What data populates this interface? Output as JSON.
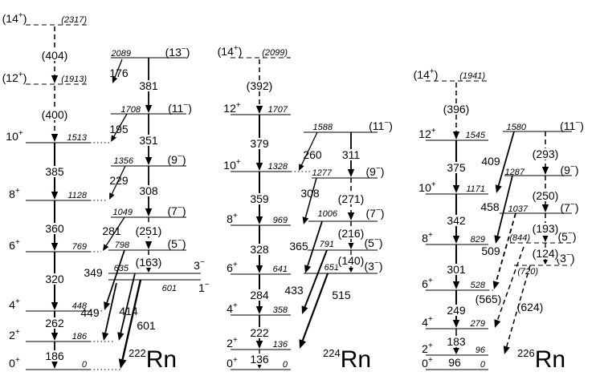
{
  "nuclei": [
    {
      "id": "rn222",
      "mass": "222",
      "element": "Rn",
      "levels": [
        {
          "key": "g0",
          "spin": "0+",
          "energy": "0"
        },
        {
          "key": "g2",
          "spin": "2+",
          "energy": "186"
        },
        {
          "key": "g4",
          "spin": "4+",
          "energy": "448"
        },
        {
          "key": "g6",
          "spin": "6+",
          "energy": "769"
        },
        {
          "key": "g8",
          "spin": "8+",
          "energy": "1128"
        },
        {
          "key": "g10",
          "spin": "10+",
          "energy": "1513"
        },
        {
          "key": "g12",
          "spin": "(12+)",
          "energy": "(1913)"
        },
        {
          "key": "g14",
          "spin": "(14+)",
          "energy": "(2317)"
        },
        {
          "key": "o1",
          "spin": "1−",
          "energy": "601"
        },
        {
          "key": "o3",
          "spin": "3−",
          "energy": "635"
        },
        {
          "key": "o5",
          "spin": "(5−)",
          "energy": "798"
        },
        {
          "key": "o7",
          "spin": "(7−)",
          "energy": "1049"
        },
        {
          "key": "o9",
          "spin": "(9−)",
          "energy": "1356"
        },
        {
          "key": "o11",
          "spin": "(11−)",
          "energy": "1708"
        },
        {
          "key": "o13",
          "spin": "(13−)",
          "energy": "2089"
        }
      ],
      "transitions": [
        "186",
        "262",
        "320",
        "360",
        "385",
        "(400)",
        "(404)",
        "(163)",
        "(251)",
        "308",
        "351",
        "381",
        "195",
        "229",
        "281",
        "349",
        "414",
        "449",
        "601",
        "176"
      ]
    },
    {
      "id": "rn224",
      "mass": "224",
      "element": "Rn",
      "levels": [
        {
          "key": "g0",
          "spin": "0+",
          "energy": "0"
        },
        {
          "key": "g2",
          "spin": "2+",
          "energy": "136"
        },
        {
          "key": "g4",
          "spin": "4+",
          "energy": "358"
        },
        {
          "key": "g6",
          "spin": "6+",
          "energy": "641"
        },
        {
          "key": "g8",
          "spin": "8+",
          "energy": "969"
        },
        {
          "key": "g10",
          "spin": "10+",
          "energy": "1328"
        },
        {
          "key": "g12",
          "spin": "12+",
          "energy": "1707"
        },
        {
          "key": "g14",
          "spin": "(14+)",
          "energy": "(2099)"
        },
        {
          "key": "o3",
          "spin": "(3−)",
          "energy": "651"
        },
        {
          "key": "o5",
          "spin": "(5−)",
          "energy": "791"
        },
        {
          "key": "o7",
          "spin": "(7−)",
          "energy": "1006"
        },
        {
          "key": "o9",
          "spin": "(9−)",
          "energy": "1277"
        },
        {
          "key": "o11",
          "spin": "(11−)",
          "energy": "1588"
        }
      ],
      "transitions": [
        "136",
        "222",
        "284",
        "328",
        "359",
        "379",
        "(392)",
        "(140)",
        "(216)",
        "(271)",
        "311",
        "260",
        "308",
        "365",
        "433",
        "515"
      ]
    },
    {
      "id": "rn226",
      "mass": "226",
      "element": "Rn",
      "levels": [
        {
          "key": "g0",
          "spin": "0+",
          "energy": "0"
        },
        {
          "key": "g2",
          "spin": "2+",
          "energy": "96"
        },
        {
          "key": "g4",
          "spin": "4+",
          "energy": "279"
        },
        {
          "key": "g6",
          "spin": "6+",
          "energy": "528"
        },
        {
          "key": "g8",
          "spin": "8+",
          "energy": "829"
        },
        {
          "key": "g10",
          "spin": "10+",
          "energy": "1171"
        },
        {
          "key": "g12",
          "spin": "12+",
          "energy": "1545"
        },
        {
          "key": "g14",
          "spin": "(14+)",
          "energy": "(1941)"
        },
        {
          "key": "o3",
          "spin": "(3−)",
          "energy": "(720)"
        },
        {
          "key": "o5",
          "spin": "(5−)",
          "energy": "(844)"
        },
        {
          "key": "o7",
          "spin": "(7−)",
          "energy": "1037"
        },
        {
          "key": "o9",
          "spin": "(9−)",
          "energy": "1287"
        },
        {
          "key": "o11",
          "spin": "(11−)",
          "energy": "1580"
        }
      ],
      "transitions": [
        "96",
        "183",
        "249",
        "301",
        "342",
        "375",
        "(396)",
        "(124)",
        "(193)",
        "(250)",
        "(293)",
        "409",
        "458",
        "509",
        "(565)",
        "(624)"
      ]
    }
  ]
}
